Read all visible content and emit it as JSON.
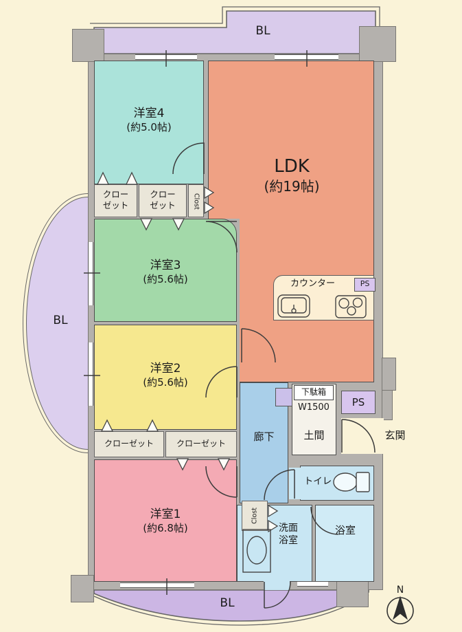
{
  "floorplan": {
    "balconies": {
      "top": "BL",
      "left": "BL",
      "bottom": "BL"
    },
    "rooms": {
      "room4": {
        "name": "洋室4",
        "size": "(約5.0帖)",
        "color": "#abe3da"
      },
      "ldk": {
        "name": "LDK",
        "size": "(約19帖)",
        "color": "#efa184"
      },
      "room3": {
        "name": "洋室3",
        "size": "(約5.6帖)",
        "color": "#a3d9a9"
      },
      "room2": {
        "name": "洋室2",
        "size": "(約5.6帖)",
        "color": "#f6e88f"
      },
      "room1": {
        "name": "洋室1",
        "size": "(約6.8帖)",
        "color": "#f4aab4"
      },
      "corridor": {
        "name": "廊下",
        "color": "#a9cfe9"
      },
      "doma": {
        "name": "土間"
      },
      "entrance": {
        "name": "玄関"
      },
      "toilet": {
        "name": "トイレ",
        "color": "#c8e6f3"
      },
      "washroom": {
        "name_line1": "洗面",
        "name_line2": "浴室",
        "color": "#c8e6f3"
      },
      "bathroom": {
        "name": "浴室",
        "color": "#d0ebf6"
      }
    },
    "storage": {
      "closet_two_line": {
        "line1": "クロー",
        "line2": "ゼット"
      },
      "closet_one_line": "クローゼット",
      "clost": "Clost",
      "shoe_cabinet": {
        "label": "下駄箱",
        "width": "W1500"
      }
    },
    "kitchen": {
      "counter": "カウンター"
    },
    "utilities": {
      "ps": "PS"
    },
    "compass": {
      "north": "N"
    },
    "colors": {
      "wall": "#b4b1ad",
      "balcony": "#d9cbeb",
      "background": "#faf3d8"
    }
  }
}
